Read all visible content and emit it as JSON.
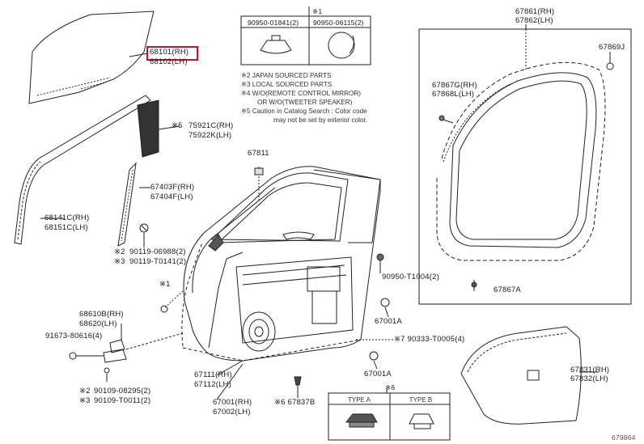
{
  "parts": {
    "glass_rh": "68101(RH)",
    "glass_lh": "68102(LH)",
    "frame_rh": "75921C(RH)",
    "frame_lh": "75922K(LH)",
    "frame_mark": "※5",
    "run_rh": "68141C(RH)",
    "run_lh": "68151C(LH)",
    "chan_rh": "67403F(RH)",
    "chan_lh": "67404F(LH)",
    "screw1": "90119-06988(2)",
    "screw2": "90119-T0141(2)",
    "screw1_mark": "※2",
    "screw2_mark": "※3",
    "pad": "67811",
    "clip_mark": "※1",
    "hinge_rh": "68610B(RH)",
    "hinge_lh": "68620(LH)",
    "hinge_bolt": "91673-80616(4)",
    "bolt1": "90109-08295(2)",
    "bolt2": "90109-T0011(2)",
    "bolt1_mark": "※2",
    "bolt2_mark": "※3",
    "panel_rh": "67111(RH)",
    "panel_lh": "67112(LH)",
    "door_rh": "67001(RH)",
    "door_lh": "67002(LH)",
    "clip_b": "※6 67837B",
    "grommet": "90950-T1004(2)",
    "cap_a": "67001A",
    "cap_b": "67001A",
    "plug": "※7 90333-T0005(4)",
    "ws_rh": "67861(RH)",
    "ws_lh": "67862(LH)",
    "ws_clip": "67869J",
    "ws_g_rh": "67867G(RH)",
    "ws_g_lh": "67868L(LH)",
    "ws_a": "67867A",
    "cover_rh": "67831(RH)",
    "cover_lh": "67832(LH)"
  },
  "legend": {
    "mark": "※1",
    "col1": "90950-01841(2)",
    "col2": "90950-06115(2)"
  },
  "notes": [
    "※2 JAPAN SOURCED PARTS",
    "※3 LOCAL SOURCED PARTS",
    "※4 W/O(REMOTE CONTROL MIRROR)",
    "OR W/O(TWEETER SPEAKER)",
    "※5 Caution in Catalog Search : Color code",
    "may not be set by exterior color."
  ],
  "types": {
    "mark": "※6",
    "a": "TYPE A",
    "b": "TYPE B"
  },
  "footer": "679864",
  "colors": {
    "highlight": "#c8102e",
    "line": "#222222"
  }
}
